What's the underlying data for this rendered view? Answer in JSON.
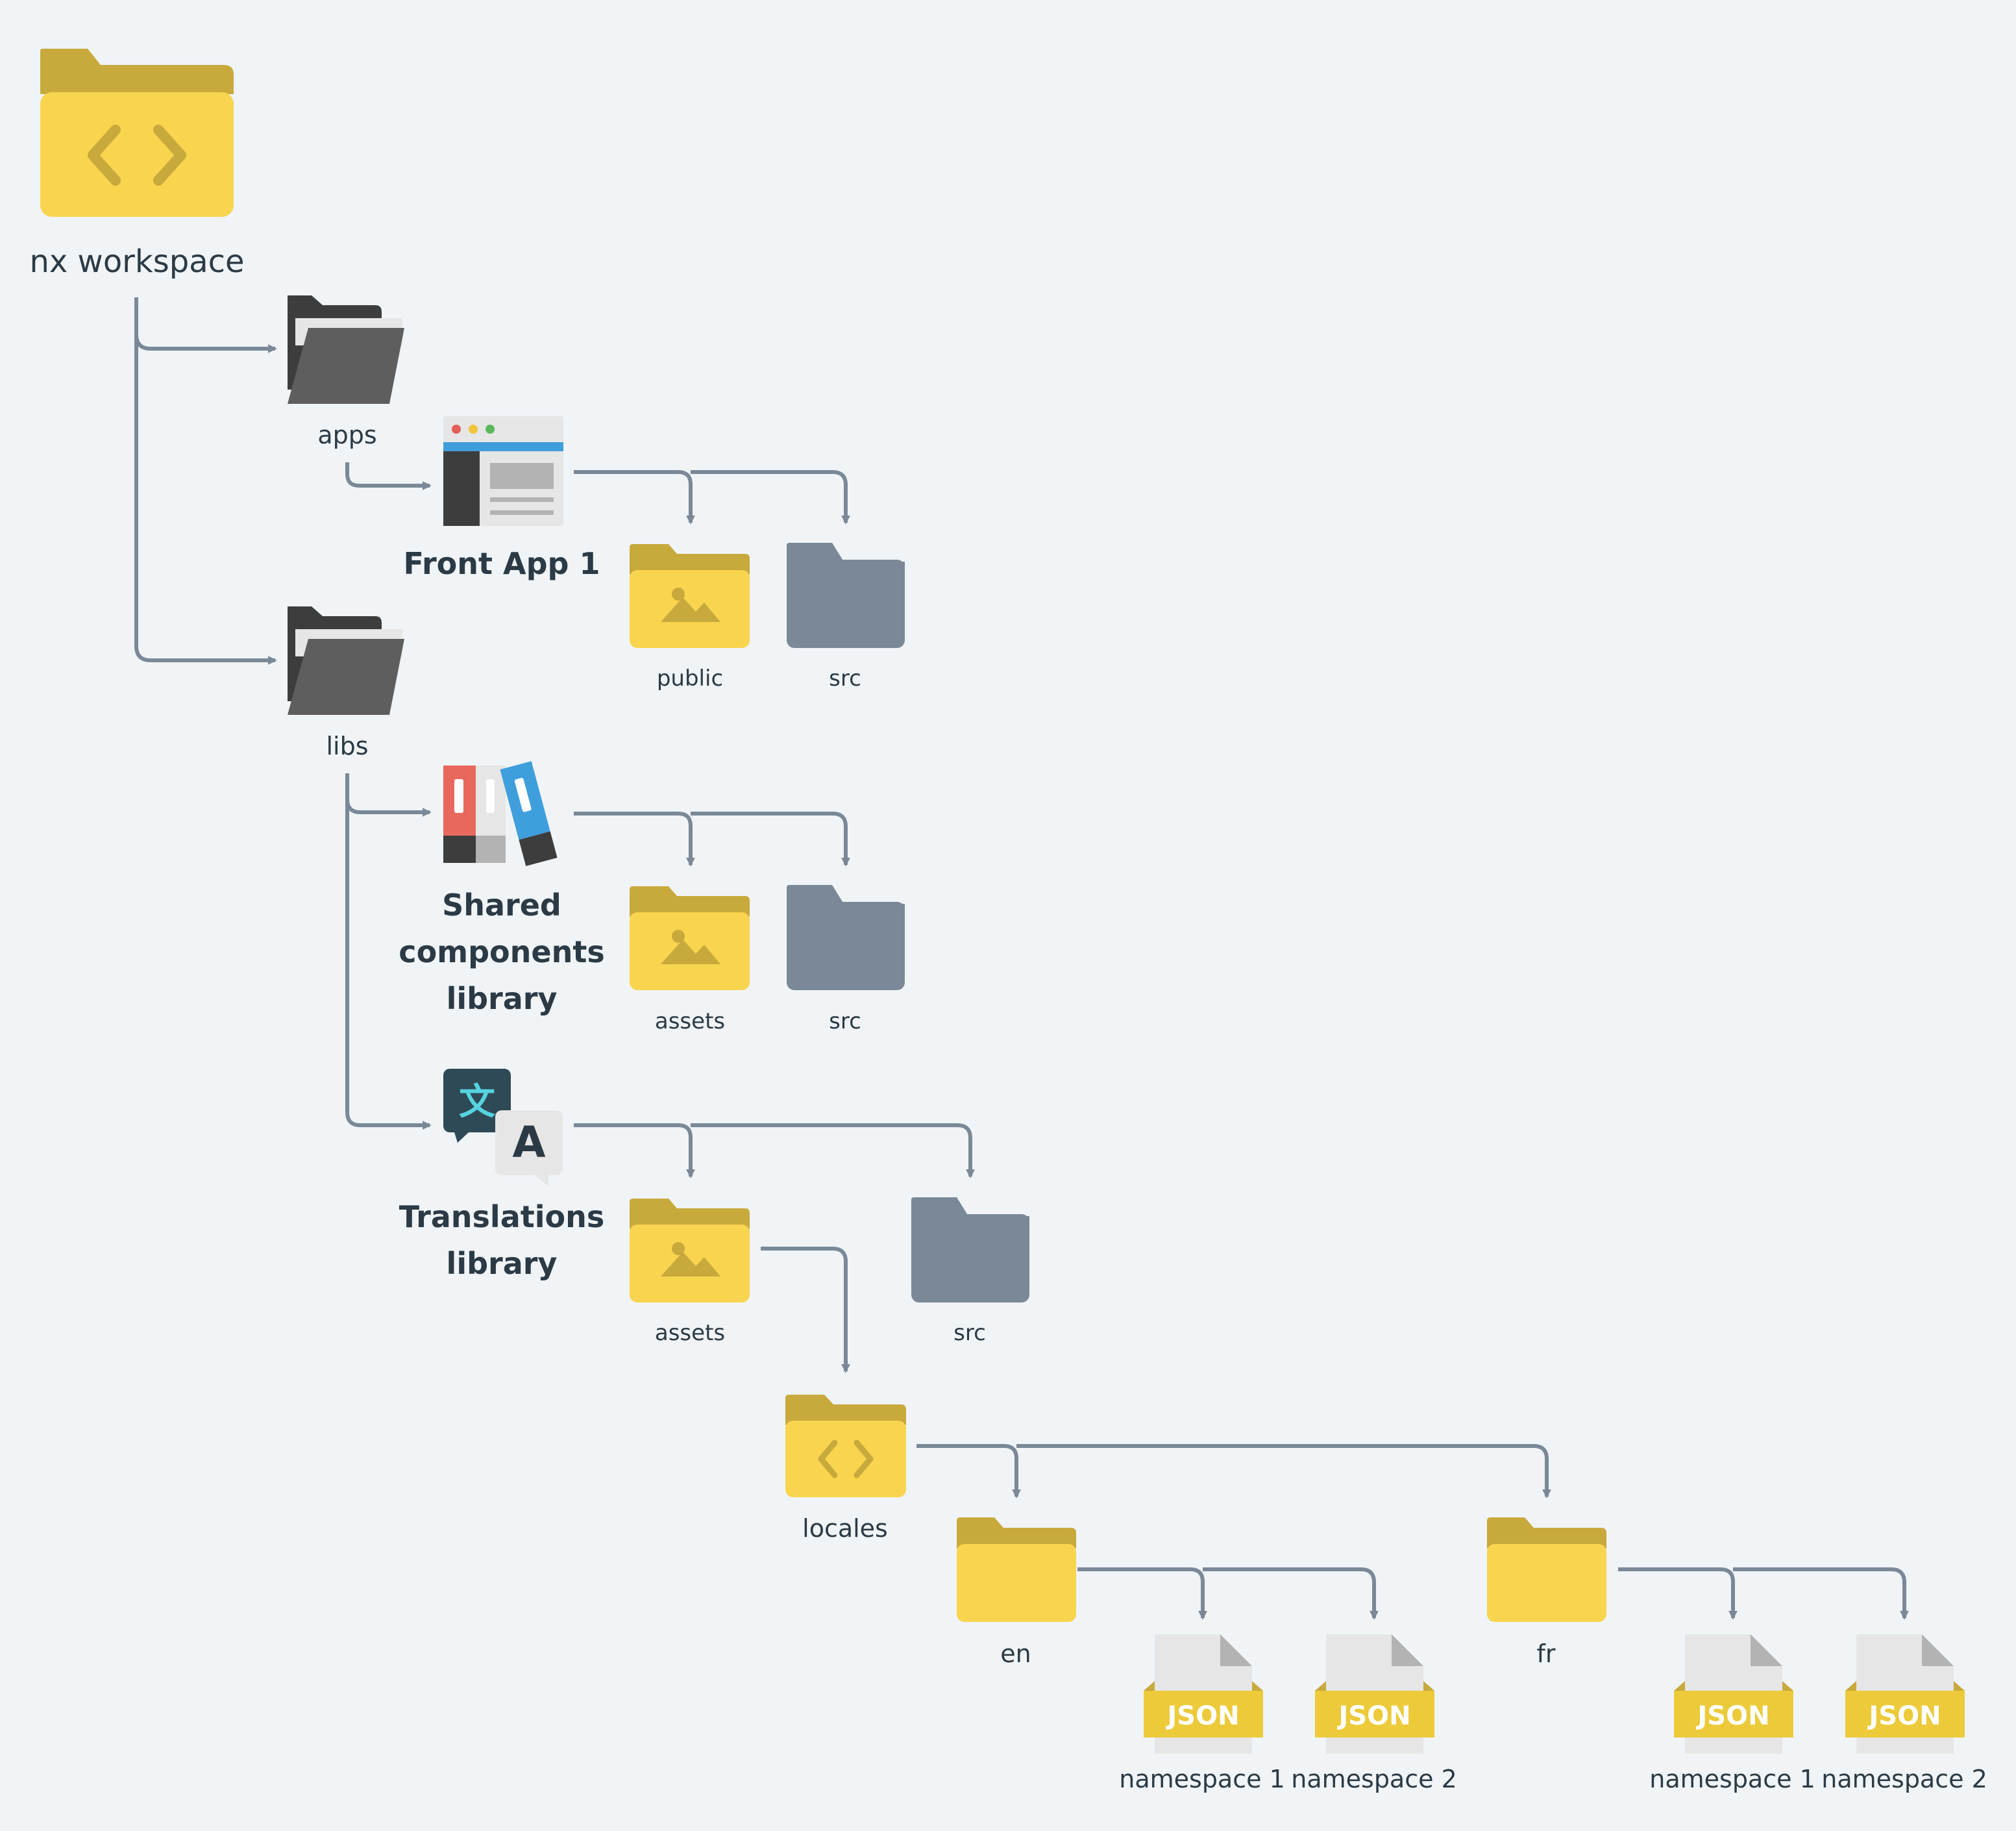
{
  "colors": {
    "background": "#f0f4f7",
    "connector": "#7a8897",
    "folder_yellow": "#f9d44f",
    "folder_yellow_tab": "#c8a93c",
    "folder_gray": "#7a8897",
    "folder_dark": "#3d3d3d",
    "label_text": "#2b3a45"
  },
  "nodes": {
    "workspace": {
      "label": "nx workspace",
      "icon": "code-folder-icon"
    },
    "apps": {
      "label": "apps",
      "icon": "open-folder-icon"
    },
    "front_app": {
      "label": "Front App 1",
      "icon": "browser-window-icon"
    },
    "front_public": {
      "label": "public",
      "icon": "image-folder-icon"
    },
    "front_src": {
      "label": "src",
      "icon": "gray-folder-icon"
    },
    "libs": {
      "label": "libs",
      "icon": "open-folder-icon"
    },
    "shared_lib": {
      "label_lines": [
        "Shared",
        "components",
        "library"
      ],
      "icon": "binders-icon"
    },
    "shared_assets": {
      "label": "assets",
      "icon": "image-folder-icon"
    },
    "shared_src": {
      "label": "src",
      "icon": "gray-folder-icon"
    },
    "translations_lib": {
      "label_lines": [
        "Translations",
        "library"
      ],
      "icon": "translate-icon",
      "glyphs": [
        "文",
        "A"
      ]
    },
    "trans_assets": {
      "label": "assets",
      "icon": "image-folder-icon"
    },
    "trans_src": {
      "label": "src",
      "icon": "gray-folder-icon"
    },
    "locales": {
      "label": "locales",
      "icon": "code-folder-icon"
    },
    "en": {
      "label": "en",
      "icon": "folder-icon"
    },
    "fr": {
      "label": "fr",
      "icon": "folder-icon"
    },
    "json_files": {
      "badge": "JSON",
      "en_1": "namespace 1",
      "en_2": "namespace 2",
      "fr_1": "namespace 1",
      "fr_2": "namespace 2"
    }
  }
}
